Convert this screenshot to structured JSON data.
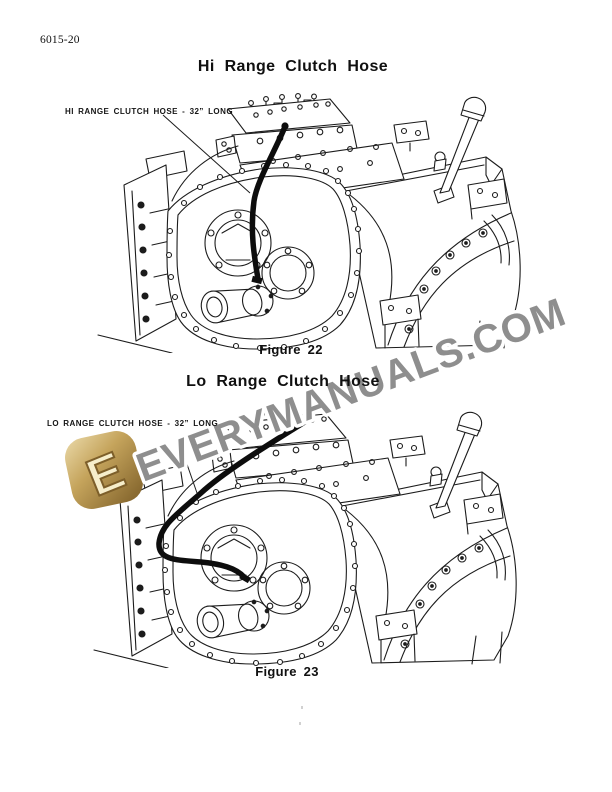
{
  "page": {
    "number": "6015-20"
  },
  "figures": [
    {
      "title": "Hi Range Clutch Hose",
      "callout": "HI RANGE CLUTCH HOSE - 32” LONG",
      "caption": "Figure 22"
    },
    {
      "title": "Lo Range Clutch Hose",
      "callout": "LO RANGE CLUTCH HOSE - 32” LONG",
      "caption": "Figure 23"
    }
  ],
  "watermark": {
    "text": "EVERYMANUALS.COM",
    "logo_letter": "E",
    "text_color": "#8e8e8e",
    "logo_gold_light": "#ead9a8",
    "logo_gold_mid": "#c5a45c",
    "logo_gold_dark": "#8a6b31"
  },
  "drawing": {
    "subject": "transmission gearbox isometric line drawing",
    "ink": "#1c1c1c"
  }
}
